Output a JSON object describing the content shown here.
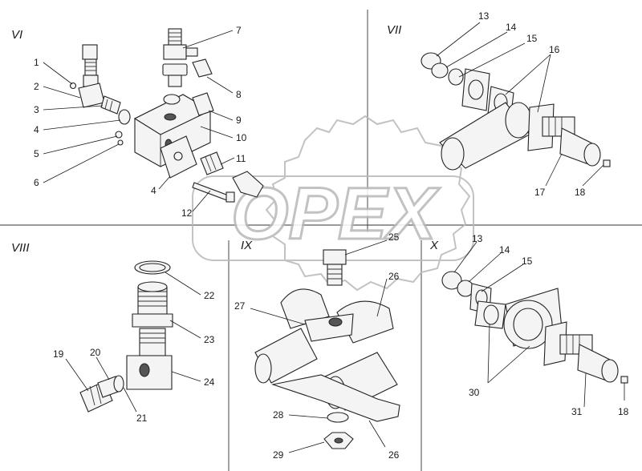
{
  "watermark": {
    "text": "OPEX"
  },
  "sections": [
    {
      "id": "VI",
      "label": "VI"
    },
    {
      "id": "VII",
      "label": "VII"
    },
    {
      "id": "VIII",
      "label": "VIII"
    },
    {
      "id": "IX",
      "label": "IX"
    },
    {
      "id": "X",
      "label": "X"
    }
  ],
  "callouts": {
    "c1": "1",
    "c2": "2",
    "c3": "3",
    "c4a": "4",
    "c5": "5",
    "c6": "6",
    "c7": "7",
    "c8": "8",
    "c9": "9",
    "c10": "10",
    "c11": "11",
    "c4b": "4",
    "c12": "12",
    "c13a": "13",
    "c14a": "14",
    "c15a": "15",
    "c16": "16",
    "c17": "17",
    "c18a": "18",
    "c22": "22",
    "c23": "23",
    "c24": "24",
    "c19": "19",
    "c20": "20",
    "c21": "21",
    "c25": "25",
    "c26a": "26",
    "c27": "27",
    "c28": "28",
    "c29": "29",
    "c26b": "26",
    "c13b": "13",
    "c14b": "14",
    "c15b": "15",
    "c30": "30",
    "c31": "31",
    "c18b": "18"
  },
  "colors": {
    "ink": "#1a1a1a",
    "watermark": "#b8b8b8",
    "background": "#ffffff"
  }
}
